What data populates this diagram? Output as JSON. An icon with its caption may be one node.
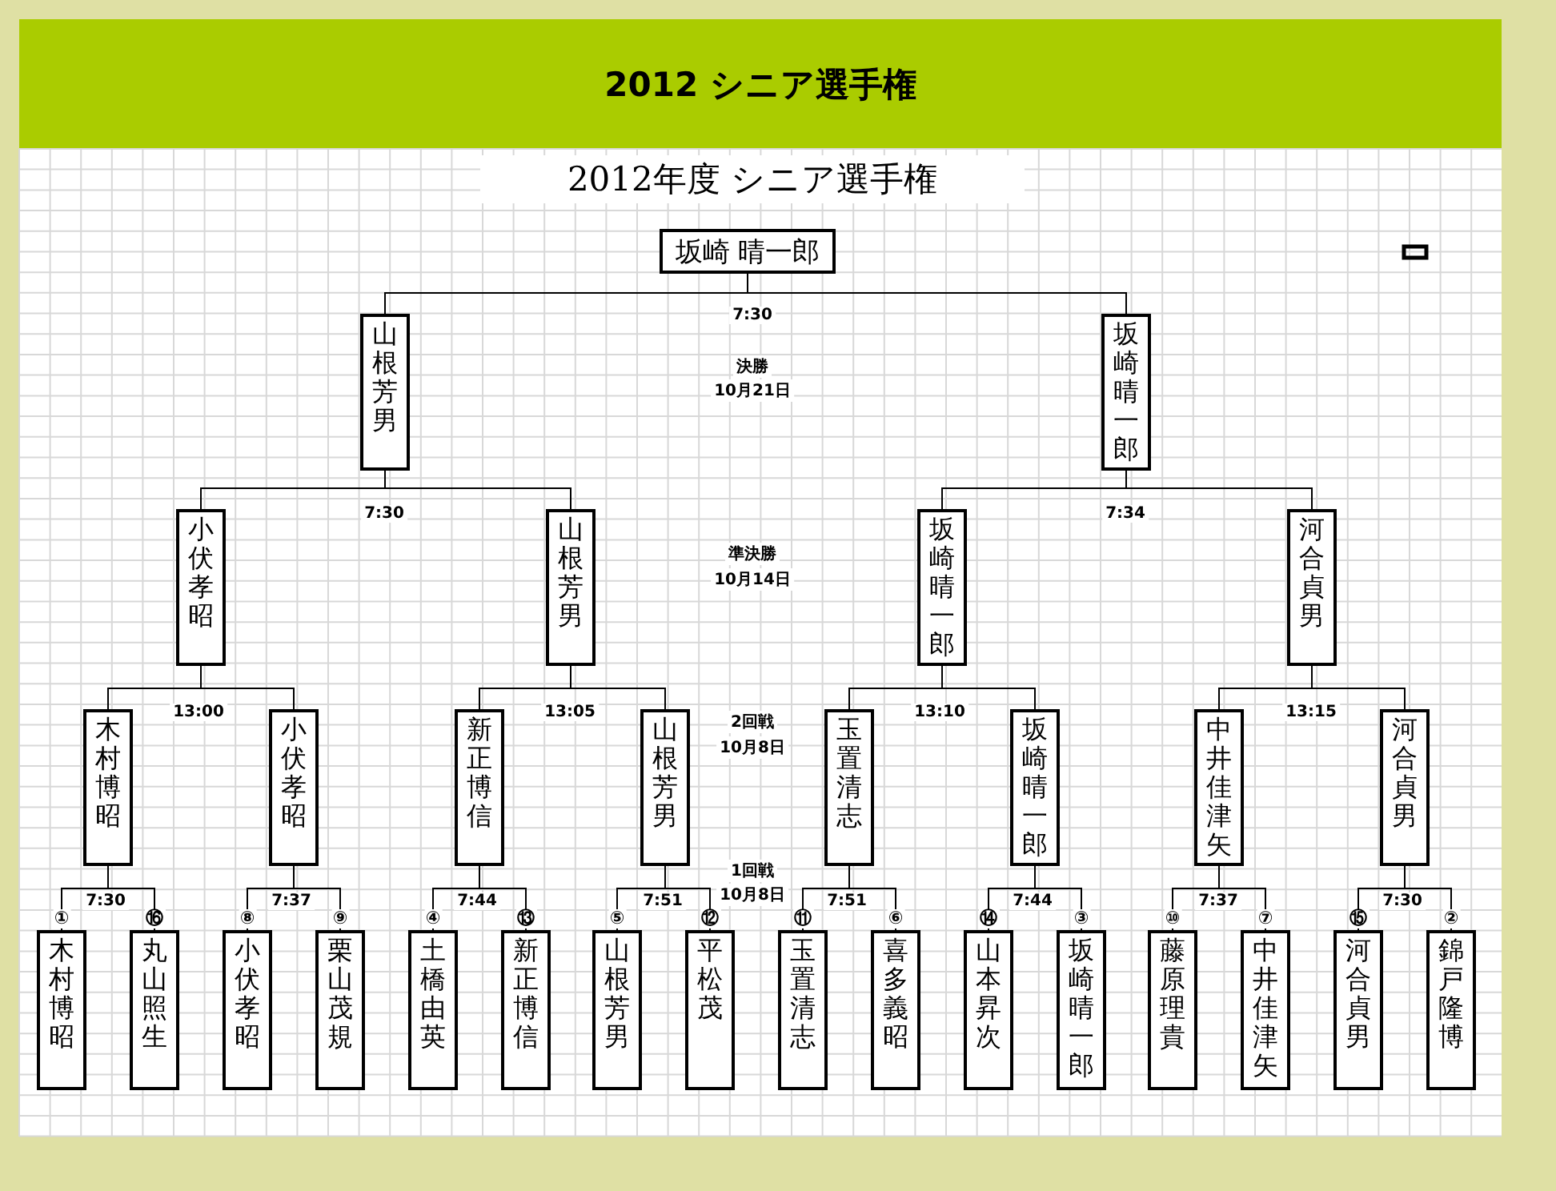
{
  "diagram": {
    "title": "2012 シニア選手権",
    "nodes": [
      {
        "text": [
          "坂崎 晴一郎"
        ]
      },
      {
        "text": [
          "山根芳男"
        ]
      },
      {
        "text": [
          "坂崎晴一郎"
        ]
      },
      {
        "text": [
          "小伏孝昭"
        ]
      },
      {
        "text": [
          "山根芳男"
        ]
      },
      {
        "text": [
          "坂崎晴一郎"
        ]
      },
      {
        "text": [
          "河合貞男"
        ]
      },
      {
        "text": [
          "木村博昭"
        ]
      },
      {
        "text": [
          "小伏孝昭"
        ]
      },
      {
        "text": [
          "新正博信"
        ]
      },
      {
        "text": [
          "山根芳男"
        ]
      },
      {
        "text": [
          "玉置清志"
        ]
      },
      {
        "text": [
          "坂崎晴一郎"
        ]
      },
      {
        "text": [
          "中井佳津矢"
        ]
      },
      {
        "text": [
          "河合貞男"
        ]
      },
      {
        "text": [
          "木村博昭"
        ],
        "beside": [
          "①"
        ]
      },
      {
        "text": [
          "丸山照生"
        ],
        "beside": [
          "⑯"
        ]
      },
      {
        "text": [
          "小伏孝昭"
        ],
        "beside": [
          "⑧"
        ]
      },
      {
        "text": [
          "栗山茂規"
        ],
        "beside": [
          "⑨"
        ]
      },
      {
        "text": [
          "土橋由英"
        ],
        "beside": [
          "④"
        ]
      },
      {
        "text": [
          "新正博信"
        ],
        "beside": [
          "⑬"
        ]
      },
      {
        "text": [
          "山根芳男"
        ],
        "beside": [
          "⑤"
        ]
      },
      {
        "text": [
          "平松茂"
        ],
        "beside": [
          "⑫"
        ]
      },
      {
        "text": [
          "玉置清志"
        ],
        "beside": [
          "⑪"
        ]
      },
      {
        "text": [
          "喜多義昭"
        ],
        "beside": [
          "⑥"
        ]
      },
      {
        "text": [
          "山本昇次"
        ],
        "beside": [
          "⑭"
        ]
      },
      {
        "text": [
          "坂崎晴一郎"
        ],
        "beside": [
          "③"
        ]
      },
      {
        "text": [
          "藤原理貴"
        ],
        "beside": [
          "⑩"
        ]
      },
      {
        "text": [
          "中井佳津矢"
        ],
        "beside": [
          "⑦"
        ]
      },
      {
        "text": [
          "河合貞男"
        ],
        "beside": [
          "⑮"
        ]
      },
      {
        "text": [
          "錦戸隆博"
        ],
        "beside": [
          "②"
        ]
      }
    ],
    "edges": [
      {
        "from": 0,
        "to": 1,
        "arrow": "none"
      },
      {
        "from": 0,
        "to": 2,
        "arrow": "none"
      },
      {
        "from": 1,
        "to": 3,
        "arrow": "none"
      },
      {
        "from": 1,
        "to": 4,
        "arrow": "none"
      },
      {
        "from": 2,
        "to": 5,
        "arrow": "none"
      },
      {
        "from": 2,
        "to": 6,
        "arrow": "none"
      },
      {
        "from": 3,
        "to": 7,
        "arrow": "none"
      },
      {
        "from": 3,
        "to": 8,
        "arrow": "none"
      },
      {
        "from": 4,
        "to": 9,
        "arrow": "none"
      },
      {
        "from": 4,
        "to": 10,
        "arrow": "none"
      },
      {
        "from": 5,
        "to": 11,
        "arrow": "none"
      },
      {
        "from": 5,
        "to": 12,
        "arrow": "none"
      },
      {
        "from": 6,
        "to": 13,
        "arrow": "none"
      },
      {
        "from": 6,
        "to": 14,
        "arrow": "none"
      },
      {
        "from": 7,
        "to": 15,
        "arrow": "none"
      },
      {
        "from": 7,
        "to": 16,
        "arrow": "none"
      },
      {
        "from": 8,
        "to": 17,
        "arrow": "none"
      },
      {
        "from": 8,
        "to": 18,
        "arrow": "none"
      },
      {
        "from": 9,
        "to": 19,
        "arrow": "none"
      },
      {
        "from": 9,
        "to": 20,
        "arrow": "none"
      },
      {
        "from": 10,
        "to": 21,
        "arrow": "none"
      },
      {
        "from": 10,
        "to": 22,
        "arrow": "none"
      },
      {
        "from": 11,
        "to": 23,
        "arrow": "none"
      },
      {
        "from": 11,
        "to": 24,
        "arrow": "none"
      },
      {
        "from": 12,
        "to": 25,
        "arrow": "none"
      },
      {
        "from": 12,
        "to": 26,
        "arrow": "none"
      },
      {
        "from": 13,
        "to": 27,
        "arrow": "none"
      },
      {
        "from": 13,
        "to": 28,
        "arrow": "none"
      },
      {
        "from": 14,
        "to": 29,
        "arrow": "none"
      },
      {
        "from": 14,
        "to": 30,
        "arrow": "none"
      }
    ],
    "labels": [
      "2012年度 シニア選手権",
      "7:30",
      "決勝",
      "10月21日",
      "7:30",
      "7:34",
      "準決勝",
      "10月14日",
      "13:00",
      "13:05",
      "13:10",
      "13:15",
      "2回戦",
      "10月8日",
      "1回戦",
      "7:30",
      "7:37",
      "7:44",
      "7:51",
      "10月8日",
      "7:51",
      "7:44",
      "7:37",
      "7:30"
    ]
  }
}
